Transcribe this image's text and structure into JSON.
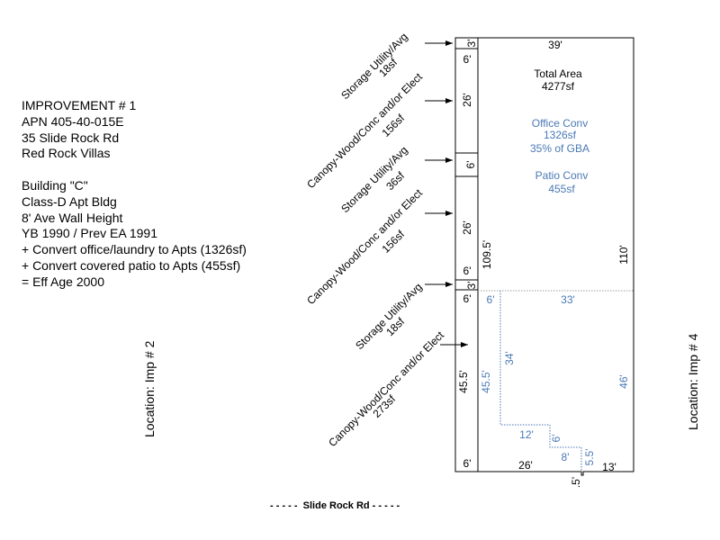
{
  "info_block": {
    "lines": [
      "IMPROVEMENT # 1",
      "APN 405-40-015E",
      "35 Slide Rock Rd",
      "Red Rock Villas",
      "",
      "Building \"C\"",
      "Class-D Apt Bldg",
      "8' Ave Wall Height",
      "YB 1990 / Prev EA 1991",
      "+ Convert office/laundry to Apts (1326sf)",
      "+ Convert covered patio to Apts (455sf)",
      "= Eff Age 2000"
    ]
  },
  "location_left": "Location: Imp # 2",
  "location_right": "Location: Imp # 4",
  "street_label": "- - - - -  Slide Rock Rd - - - - -",
  "areas": {
    "total": {
      "title": "Total Area",
      "value": "4277sf"
    },
    "office": {
      "title": "Office Conv",
      "value": "1326sf",
      "pct": "35% of GBA"
    },
    "patio": {
      "title": "Patio Conv",
      "value": "455sf"
    }
  },
  "callouts": [
    {
      "name": "Storage Utility/Avg",
      "area": "18sf"
    },
    {
      "name": "Canopy-Wood/Conc and/or Elect",
      "area": "156sf"
    },
    {
      "name": "Storage Utility/Avg",
      "area": "36sf"
    },
    {
      "name": "Canopy-Wood/Conc and/or Elect",
      "area": "156sf"
    },
    {
      "name": "Storage Utility/Avg",
      "area": "18sf"
    },
    {
      "name": "Canopy-Wood/Conc and/or Elect",
      "area": "273sf"
    }
  ],
  "dims": {
    "top": "39'",
    "seg1": "3'",
    "seg2": "6'",
    "seg3": "26'",
    "seg4": "6'",
    "seg5": "26'",
    "seg6": "6'",
    "seg7": "3'",
    "seg8": "6'",
    "seg9": "45.5'",
    "seg10": "6'",
    "left_total": "109.5'",
    "right": "110'",
    "bottom_left": "26'",
    "bottom_right": "13'",
    "bottom_jog": ".5'",
    "patio_top": "33'",
    "patio_left_short": "6'",
    "patio_left": "45.5'",
    "patio_step_left": "34'",
    "patio_step_h1": "12'",
    "patio_step_v1": "6'",
    "patio_step_h2": "8'",
    "patio_step_v2": "5.5'",
    "patio_right": "46'"
  },
  "colors": {
    "line": "#000000",
    "accent": "#4a79b5",
    "dotted": "#a0a0a0"
  }
}
